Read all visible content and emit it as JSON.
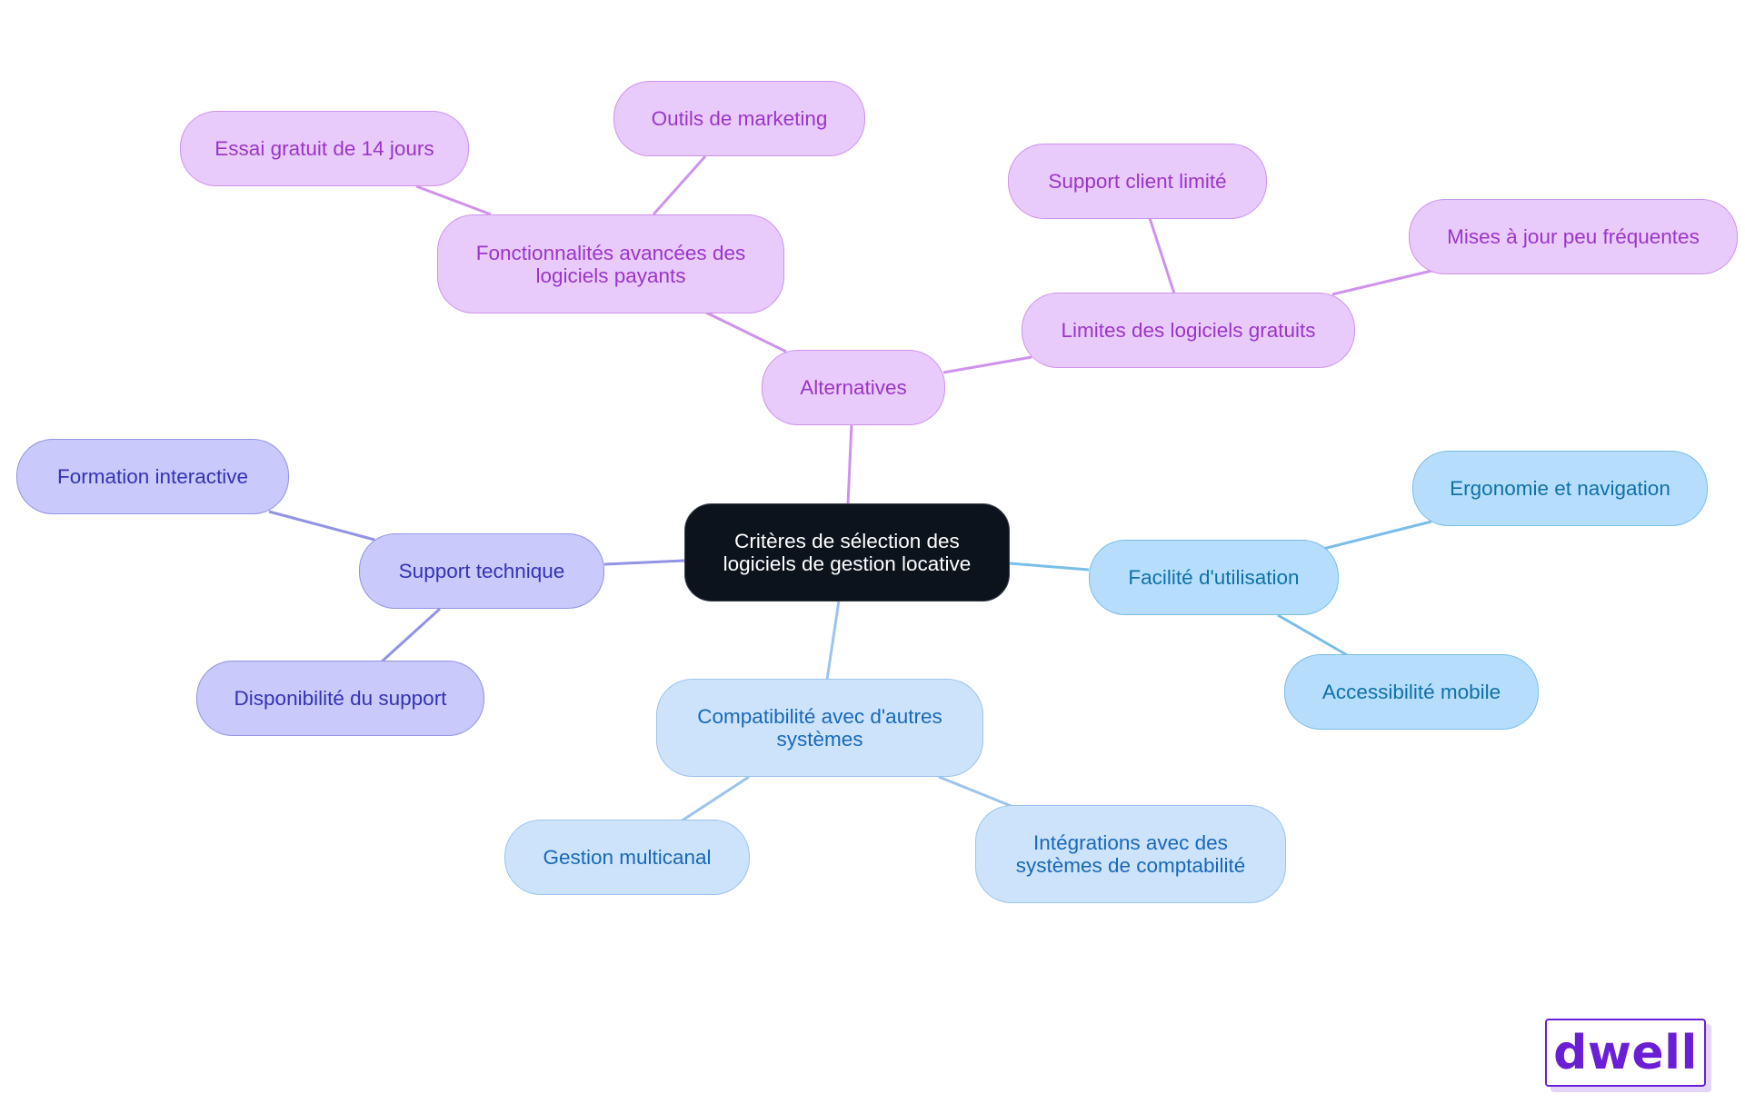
{
  "root": {
    "line1": "Critères de sélection des",
    "line2": "logiciels de gestion locative"
  },
  "branches": {
    "alternatives": {
      "label": "Alternatives",
      "paid_features": {
        "line1": "Fonctionnalités avancées des",
        "line2": "logiciels payants"
      },
      "free_trial": "Essai gratuit de 14 jours",
      "marketing_tools": "Outils de marketing",
      "free_limits": "Limites des logiciels gratuits",
      "limited_support": "Support client limité",
      "rare_updates": "Mises à jour peu fréquentes"
    },
    "support": {
      "label": "Support technique",
      "interactive_training": "Formation interactive",
      "availability": "Disponibilité du support"
    },
    "ease_of_use": {
      "label": "Facilité d'utilisation",
      "ergonomics": "Ergonomie et navigation",
      "mobile": "Accessibilité mobile"
    },
    "compatibility": {
      "line1": "Compatibilité avec d'autres",
      "line2": "systèmes",
      "multichannel": "Gestion multicanal",
      "accounting": {
        "line1": "Intégrations avec des",
        "line2": "systèmes de comptabilité"
      }
    }
  },
  "brand": {
    "logo_text": "dwell"
  },
  "colors": {
    "purple_fill": "#e8cbfb",
    "purple_text": "#9b35c9",
    "blue_fill": "#b6defc",
    "blue_text": "#1070a8",
    "lightblue_fill": "#cde3fb",
    "lightblue_text": "#1868b8",
    "indigo_fill": "#c9c9fb",
    "indigo_text": "#3333b5",
    "root_fill": "#0d131c",
    "brand": "#6a1fd6"
  }
}
